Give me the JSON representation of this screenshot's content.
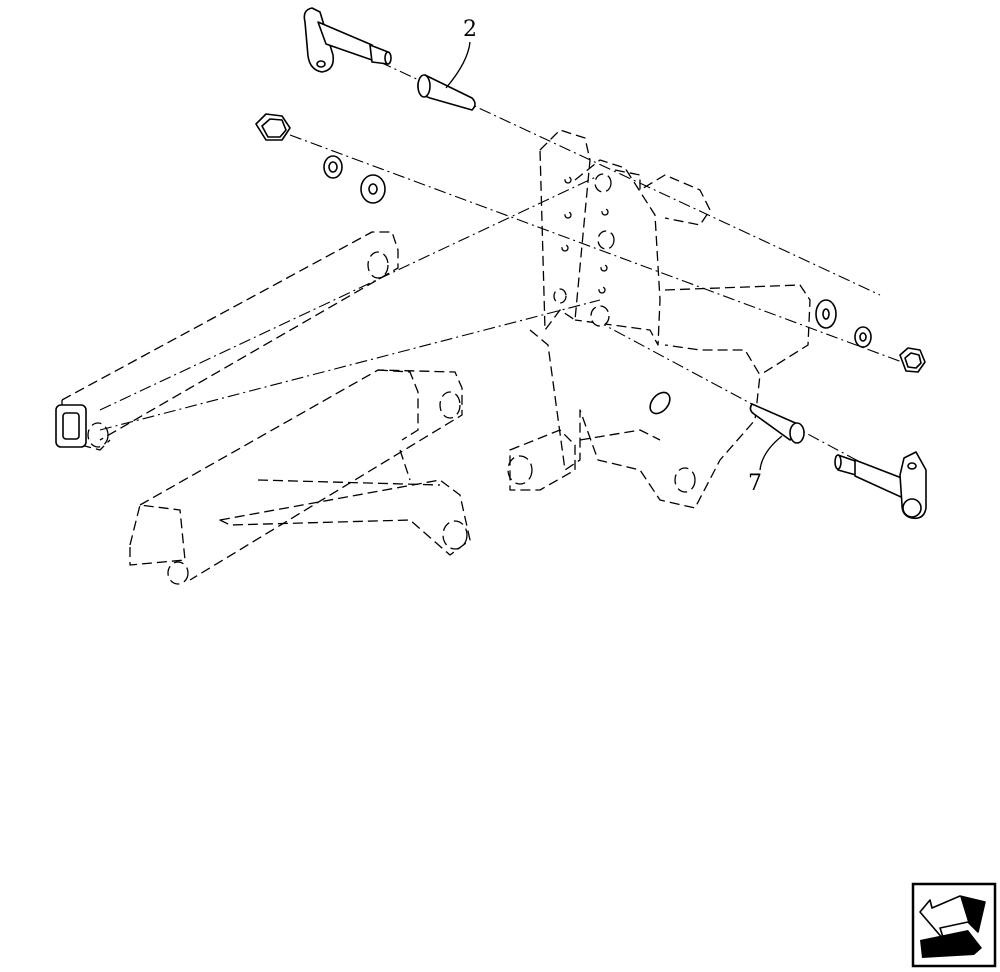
{
  "diagram": {
    "callouts": [
      {
        "id": "callout-2",
        "label": "2"
      },
      {
        "id": "callout-7",
        "label": "7"
      }
    ],
    "nav_icon": "arrow-back-icon"
  }
}
